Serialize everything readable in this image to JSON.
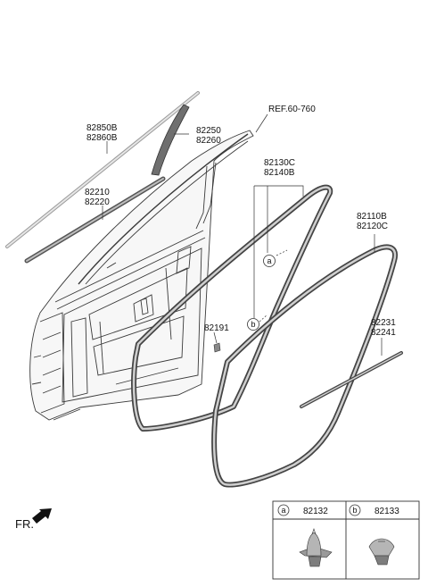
{
  "part_labels": {
    "moulding_outer_a": "82850B",
    "moulding_outer_b": "82860B",
    "weatherstrip_belt_a": "82210",
    "weatherstrip_belt_b": "82220",
    "frame_trim_a": "82250",
    "frame_trim_b": "82260",
    "reference": "REF.60-760",
    "body_side_a": "82130C",
    "body_side_b": "82140B",
    "door_side_a": "82110B",
    "door_side_b": "82120C",
    "clip": "82191",
    "drip_a": "82231",
    "drip_b": "82241"
  },
  "callouts": {
    "a": "a",
    "b": "b"
  },
  "legend": {
    "a_letter": "a",
    "a_part": "82132",
    "b_letter": "b",
    "b_part": "82133"
  },
  "direction": {
    "label": "FR."
  }
}
